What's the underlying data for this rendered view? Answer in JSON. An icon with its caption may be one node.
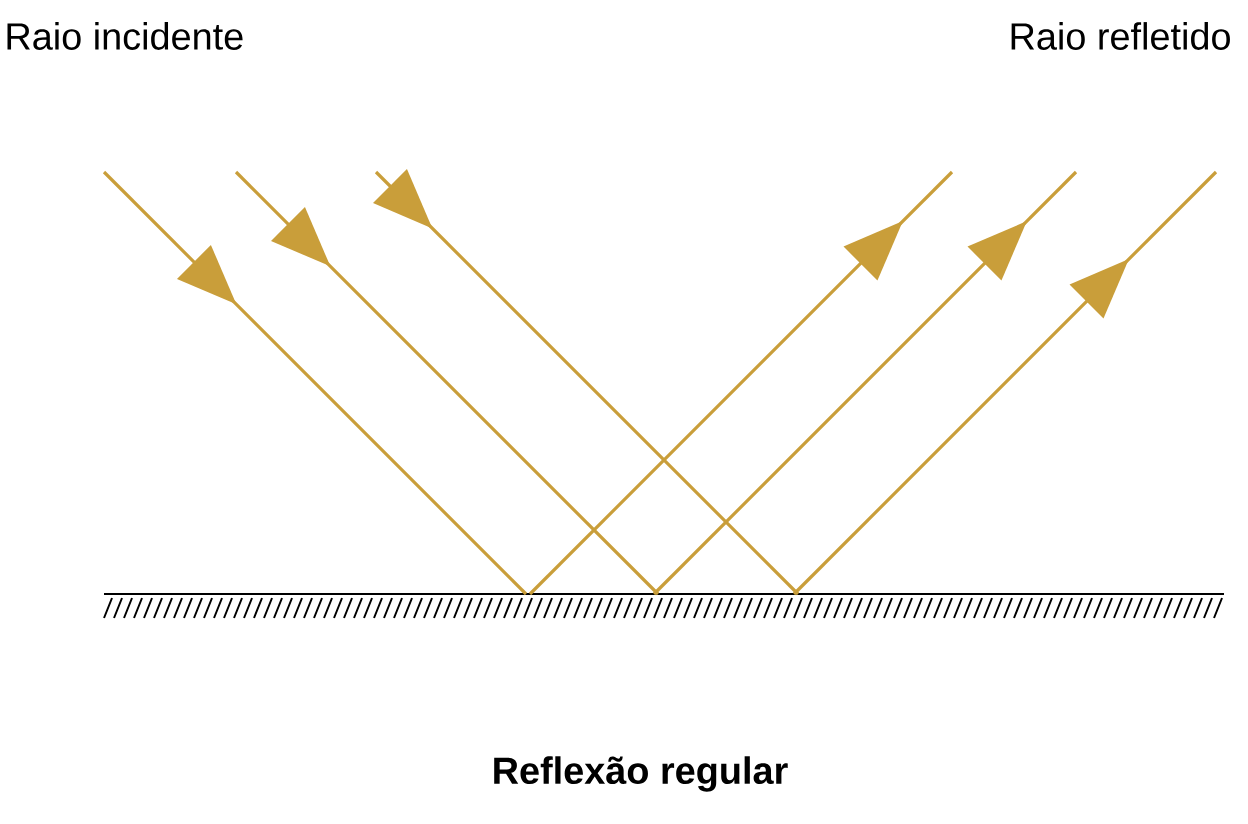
{
  "diagram": {
    "caption": "Reflexão regular",
    "labels": [
      "Raio incidente",
      "Raio refletido"
    ]
  }
}
